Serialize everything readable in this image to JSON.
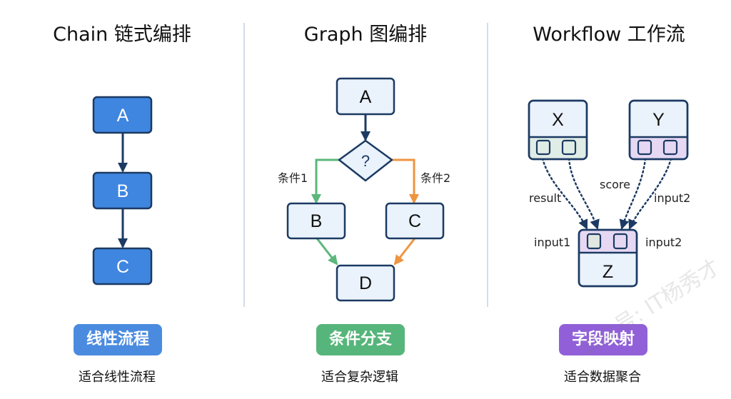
{
  "colors": {
    "chain_fill": "#3f86e0",
    "node_stroke": "#1c3a63",
    "node_light_fill": "#eaf2fb",
    "green": "#5bb77a",
    "orange": "#ef9440",
    "badge_blue": "#4a8be0",
    "badge_green": "#56b57a",
    "badge_purple": "#9160d8",
    "port_green": "#e0ede6",
    "port_purple": "#e6d8f3",
    "divider": "#d3dde6"
  },
  "panels": [
    {
      "id": "chain",
      "title": "Chain 链式编排",
      "badge": "线性流程",
      "caption": "适合线性流程",
      "nodes": [
        "A",
        "B",
        "C"
      ]
    },
    {
      "id": "graph",
      "title": "Graph 图编排",
      "badge": "条件分支",
      "caption": "适合复杂逻辑",
      "nodes": [
        "A",
        "?",
        "B",
        "C",
        "D"
      ],
      "edge_labels": {
        "left": "条件1",
        "right": "条件2"
      }
    },
    {
      "id": "workflow",
      "title": "Workflow 工作流",
      "badge": "字段映射",
      "caption": "适合数据聚合",
      "nodes": [
        "X",
        "Y",
        "Z"
      ],
      "edge_labels": {
        "result": "result",
        "score": "score",
        "input2_top": "input2",
        "input1": "input1",
        "input2_side": "input2"
      }
    }
  ],
  "watermark": "公众号: IT杨秀才"
}
